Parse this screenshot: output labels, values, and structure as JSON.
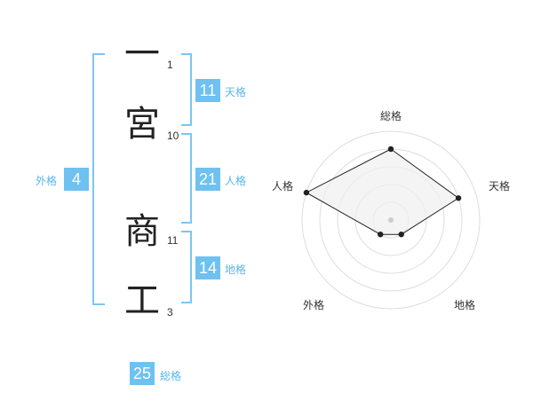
{
  "name": {
    "characters": [
      {
        "char": "一",
        "strokes": "1"
      },
      {
        "char": "宮",
        "strokes": "10"
      },
      {
        "char": "商",
        "strokes": "11"
      },
      {
        "char": "工",
        "strokes": "3"
      }
    ]
  },
  "kaku": {
    "tenkaku": {
      "value": "11",
      "label": "天格"
    },
    "jinkaku": {
      "value": "21",
      "label": "人格"
    },
    "chikaku": {
      "value": "14",
      "label": "地格"
    },
    "gaikaku": {
      "value": "4",
      "label": "外格"
    },
    "soukaku": {
      "value": "25",
      "label": "総格"
    }
  },
  "radar": {
    "axes": [
      {
        "label": "総格",
        "value": 0.8
      },
      {
        "label": "天格",
        "value": 0.8
      },
      {
        "label": "地格",
        "value": 0.2
      },
      {
        "label": "外格",
        "value": 0.2
      },
      {
        "label": "人格",
        "value": 1.0
      }
    ],
    "rings": 5,
    "colors": {
      "fill": "#efefef",
      "stroke": "#222222",
      "grid": "#dddddd",
      "point": "#222222"
    }
  }
}
